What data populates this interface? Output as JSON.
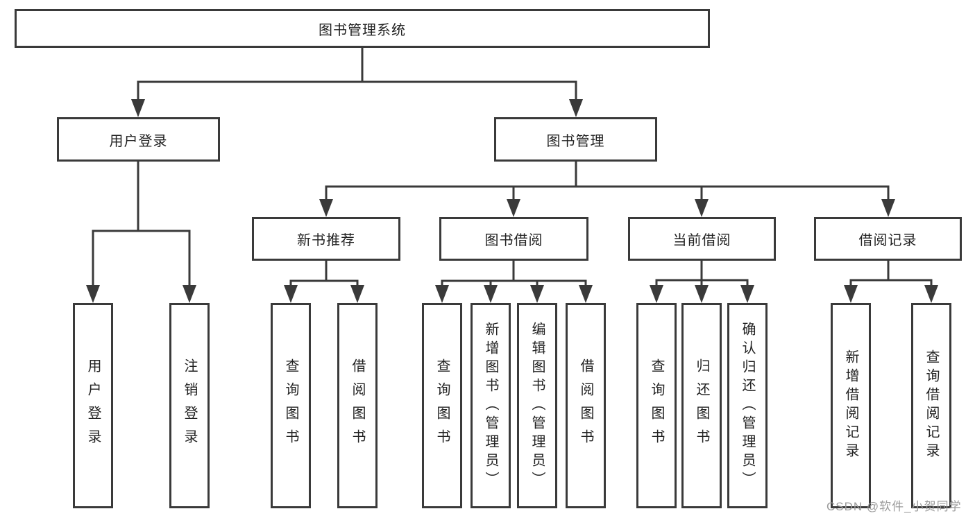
{
  "diagram": {
    "title_node": {
      "label": "图书管理系统"
    },
    "level2": [
      {
        "label": "用户登录"
      },
      {
        "label": "图书管理"
      }
    ],
    "level3": [
      {
        "label": "新书推荐",
        "parent": "图书管理"
      },
      {
        "label": "图书借阅",
        "parent": "图书管理"
      },
      {
        "label": "当前借阅",
        "parent": "图书管理"
      },
      {
        "label": "借阅记录",
        "parent": "图书管理"
      }
    ],
    "leaves": [
      {
        "label": "用户登录",
        "parent": "用户登录"
      },
      {
        "label": "注销登录",
        "parent": "用户登录"
      },
      {
        "label": "查询图书",
        "parent": "新书推荐"
      },
      {
        "label": "借阅图书",
        "parent": "新书推荐"
      },
      {
        "label": "查询图书",
        "parent": "图书借阅"
      },
      {
        "label": "新增图书（管理员）",
        "parent": "图书借阅"
      },
      {
        "label": "编辑图书（管理员）",
        "parent": "图书借阅"
      },
      {
        "label": "借阅图书",
        "parent": "图书借阅"
      },
      {
        "label": "查询图书",
        "parent": "当前借阅"
      },
      {
        "label": "归还图书",
        "parent": "当前借阅"
      },
      {
        "label": "确认归还（管理员）",
        "parent": "当前借阅"
      },
      {
        "label": "新增借阅记录",
        "parent": "借阅记录"
      },
      {
        "label": "查询借阅记录",
        "parent": "借阅记录"
      }
    ],
    "colors": {
      "line": "#3a3a3a",
      "text": "#222222",
      "watermark_text": "#9b9b9b",
      "background": "#ffffff"
    }
  },
  "watermark": {
    "text": "CSDN @软件_小贺同学"
  }
}
